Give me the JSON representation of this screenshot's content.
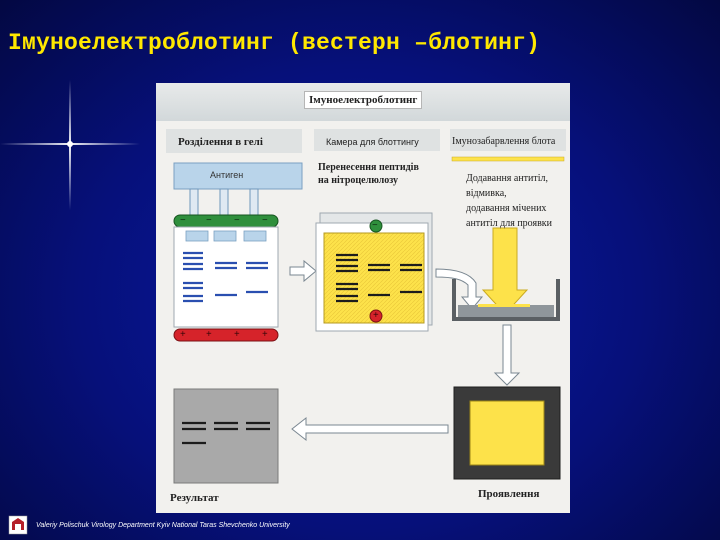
{
  "slide": {
    "title": "Імуноелектроблотинг (вестерн –блотинг)",
    "footer": "Valeriy Polischuk Virology Department Kyiv National Taras Shevchenko University"
  },
  "figure": {
    "header": "Імуноелектроблотинг",
    "gel_section": "Розділення в гелі",
    "antigen_label": "Антиген",
    "chamber_label": "Камера для блоттингу",
    "transfer_label_1": "Перенесення пептидів",
    "transfer_label_2": "на нітроцелюлозу",
    "immuno_section": "Імунозабарвлення блота",
    "steps_1": "Додавання антитіл,",
    "steps_2": "відмивка,",
    "steps_3": "додавання мічених",
    "steps_4": "антитіл для проявки",
    "result_label": "Результат",
    "develop_label": "Проявлення",
    "minus": "−",
    "plus": "+"
  },
  "colors": {
    "slide_bg": "#06107a",
    "title": "#ffe800",
    "antigen_box": "#b9d4ea",
    "negative_electrode": "#2f8f3c",
    "positive_electrode": "#d6232a",
    "blot_membrane": "#fde24a",
    "stripe": "#2a4fb0"
  }
}
